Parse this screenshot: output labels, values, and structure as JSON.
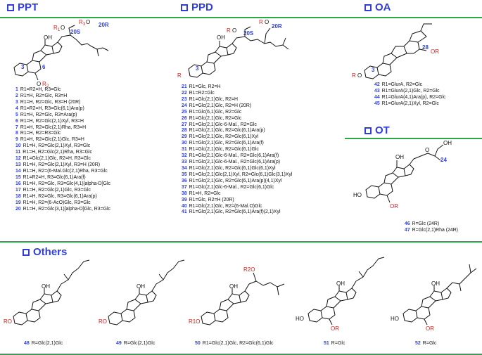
{
  "sections": {
    "ppt": "PPT",
    "ppd": "PPD",
    "oa": "OA",
    "ot": "OT",
    "others": "Others"
  },
  "structure_labels": {
    "ppt": {
      "oh": "OH",
      "r1": "R",
      "r1sub": "1",
      "r3": "R",
      "r3sub": "3",
      "r1o": "O",
      "r3o": "O",
      "c20s": "20S",
      "c20r": "20R",
      "c3": "3",
      "c6": "6",
      "r2": "R",
      "r2sub": "2",
      "o6": "O"
    },
    "ppd": {
      "oh": "OH",
      "r2o": "O",
      "r1o": "O",
      "c20s": "20S",
      "c20r": "20R",
      "c3": "3",
      "r1": "R",
      "r2": "R"
    },
    "oa": {
      "c3": "3",
      "c28": "28",
      "or2": "OR",
      "r1o": "O",
      "r1": "R"
    },
    "ot": {
      "oh": "OH",
      "ho": "HO",
      "or": "OR",
      "c24": "24",
      "o": "O"
    }
  },
  "ppt_compounds": [
    {
      "num": "1",
      "text": "R1=R2=H, R3=Glc"
    },
    {
      "num": "2",
      "text": "R1=H, R2=Glc, R3=H"
    },
    {
      "num": "3",
      "text": "R1=H, R2=Glc, R3=H (20R)"
    },
    {
      "num": "4",
      "text": "R1=R2=H, R3=Glc(6,1)Ara(p)"
    },
    {
      "num": "5",
      "text": "R1=H, R2=Glc, R3=Ara(p)"
    },
    {
      "num": "6",
      "text": "R1=H, R2=Glc(2,1)Xyl, R3=H"
    },
    {
      "num": "7",
      "text": "R1=H, R2=Glc(2,1)Rha, R3=H"
    },
    {
      "num": "8",
      "text": "R1=H, R2=R3=Glc"
    },
    {
      "num": "9",
      "text": "R1=H, R2=Glc(2,1)Glc, R3=H"
    },
    {
      "num": "10",
      "text": "R1=H, R2=Glc(2,1)Xyl, R3=Glc"
    },
    {
      "num": "11",
      "text": "R1=H, R2=Glc(2,1)Rha, R3=Glc"
    },
    {
      "num": "12",
      "text": "R1=Glc(2,1)Glc, R2=H, R3=Glc"
    },
    {
      "num": "13",
      "text": "R1=H, R2=Glc(2,1)Xyl, R3=H (20R)"
    },
    {
      "num": "14",
      "text": "R1=H, R2=(6-Mal.Glc(2,1)Rha, R3=Glc"
    },
    {
      "num": "15",
      "text": "R1=R2=H, R3=Glc(6,1)Ara(f)"
    },
    {
      "num": "16",
      "text": "R1=H, R2=Glc, R3=Glc(4,1)[alpha-D]Glc"
    },
    {
      "num": "17",
      "text": "R1=H, R2=Glc(2,1)Glc, R3=Glc"
    },
    {
      "num": "18",
      "text": "R1=H, R2=Glc, R3=Glc(6,1)Ara(p)"
    },
    {
      "num": "19",
      "text": "R1=H, R2=(6-AcO)Glc, R3=Glc"
    },
    {
      "num": "20",
      "text": "R1=H, R2=Glc(3,1)[alpha-D]Glc, R3=Glc"
    }
  ],
  "ppd_compounds": [
    {
      "num": "21",
      "text": "R1=Glc, R2=H"
    },
    {
      "num": "22",
      "text": "R1=R2=Glc"
    },
    {
      "num": "23",
      "text": "R1=Glc(2,1)Glc, R2=H"
    },
    {
      "num": "24",
      "text": "R1=Glc(2,1)Glc, R2=H (20R)"
    },
    {
      "num": "25",
      "text": "R1=Glc(6,1)Glc, R2=Glc"
    },
    {
      "num": "26",
      "text": "R1=Glc(2,1)Glc, R2=Glc"
    },
    {
      "num": "27",
      "text": "R1=Glc(2,1)Glc-6-Mal., R2=Glc"
    },
    {
      "num": "28",
      "text": "R1=Glc(2,1)Glc, R2=Glc(6,1)Ara(p)"
    },
    {
      "num": "29",
      "text": "R1=Glc(2,1)Glc, R2=Glc(6,1)Xyl"
    },
    {
      "num": "30",
      "text": "R1=Glc(2,1)Glc, R2=Glc(6,1)Ara(f)"
    },
    {
      "num": "31",
      "text": "R1=Glc(2,1)Glc, R2=Glc(6,1)Glc"
    },
    {
      "num": "32",
      "text": "R1=Glc(2,1)Glc-6-Mal., R2=Glc(6,1)Ara(f)"
    },
    {
      "num": "33",
      "text": "R1=Glc(2,1)Glc-6-Mal., R2=Glc(6,1)Ara(p)"
    },
    {
      "num": "34",
      "text": "R1=Glc(2,1)Glc, R2=Glc(6,1)Glc(6,1)Xyl"
    },
    {
      "num": "35",
      "text": "R1=Glc(2,1)Glc(2,1)Xyl, R2=Glc(6,1)Glc(3,1)Xyl"
    },
    {
      "num": "36",
      "text": "R1=Glc(2,1)Glc, R2=Glc(6,1)Ara(p)(4,1)Xyl"
    },
    {
      "num": "37",
      "text": "R1=Glc(2,1)Glc-6-Mal., R2=Glc(6,1)Glc"
    },
    {
      "num": "38",
      "text": "R1=H, R2=Glc"
    },
    {
      "num": "39",
      "text": "R1=Glc, R2=H (20R)"
    },
    {
      "num": "40",
      "text": "R1=Glc(2,1)Glc, R2=(6-Mal.O)Glc"
    },
    {
      "num": "41",
      "text": "R1=Glc(2,1)Glc, R2=Glc(6,1)Ara(f)(2,1)Xyl"
    }
  ],
  "oa_compounds": [
    {
      "num": "42",
      "text": "R1=GlurA, R2=Glc"
    },
    {
      "num": "43",
      "text": "R1=GlurA(2,1)Glc, R2=Glc"
    },
    {
      "num": "44",
      "text": "R1=GlurA(4,1)Ara(p), R2=Glc"
    },
    {
      "num": "45",
      "text": "R1=GlurA(2,1)Xyl, R2=Glc"
    }
  ],
  "ot_compounds": [
    {
      "num": "46",
      "text": "R=Glc (24R)"
    },
    {
      "num": "47",
      "text": "R=Glc(2,1)Rha (24R)"
    }
  ],
  "others_compounds": [
    {
      "num": "48",
      "text": "R=Glc(2,1)Glc"
    },
    {
      "num": "49",
      "text": "R=Glc(2,1)Glc"
    },
    {
      "num": "50",
      "text": "R1=Glc(2,1)Glc, R2=Glc(6,1)Glc"
    },
    {
      "num": "51",
      "text": "R=Glc"
    },
    {
      "num": "52",
      "text": "R=Glc"
    }
  ],
  "others_labels": {
    "oh": "OH",
    "ro": "RO",
    "ho": "HO",
    "or": "OR",
    "r1o": "R1O",
    "r2o": "R2O"
  },
  "colors": {
    "header": "#2f3fd6",
    "rule": "#2aa847",
    "highlight": "#d02020"
  }
}
